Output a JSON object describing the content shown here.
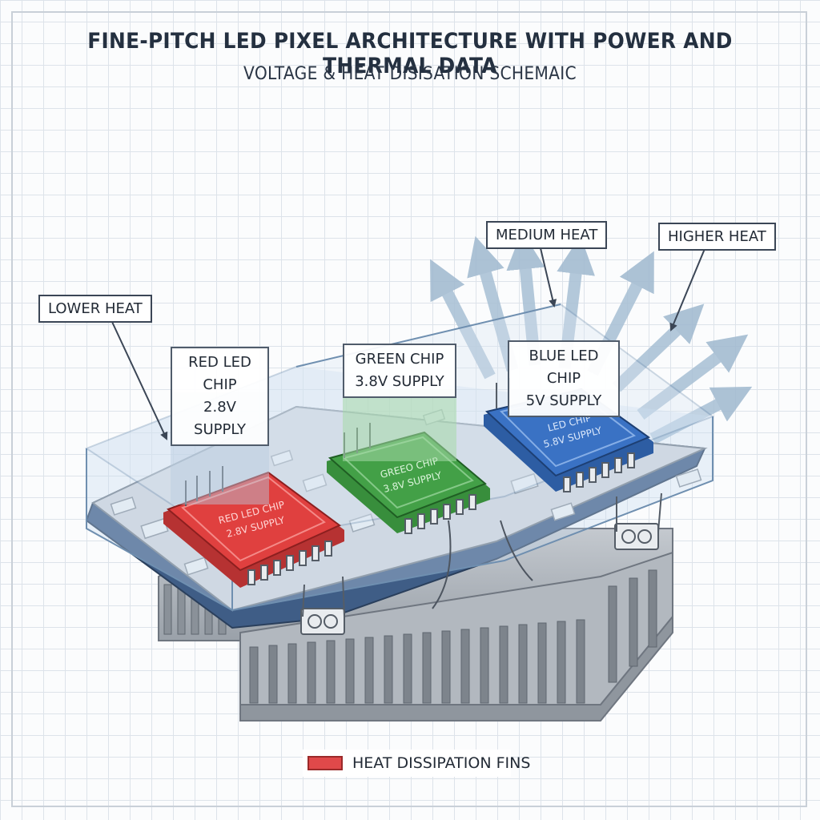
{
  "header": {
    "title": "FINE-PITCH LED PIXEL ARCHITECTURE WITH POWER AND THERMAL DATA",
    "subtitle": "VOLTAGE & HEAT DISISATION SCHEMAIC"
  },
  "callouts": {
    "lower": "LOWER HEAT",
    "medium": "MEDIUM HEAT",
    "higher": "HIGHER HEAT"
  },
  "chips": {
    "red": {
      "name": "RED LED CHIP",
      "supply": "2.8V SUPPLY",
      "surface_line1": "RED LED CHIP",
      "surface_line2": "2.8V SUPPLY",
      "color": "#e0403f"
    },
    "green": {
      "name": "GREEN CHIP",
      "supply": "3.8V SUPPLY",
      "surface_line1": "GREEO CHIP",
      "surface_line2": "3.8V SUPPLY",
      "color": "#43a047"
    },
    "blue": {
      "name": "BLUE LED CHIP",
      "supply": "5V SUPPLY",
      "surface_line1": "LED CHIP",
      "surface_line2": "5.8V SUPPLY",
      "color": "#3a72c4"
    }
  },
  "legend": {
    "label": "HEAT DISSIPATION FINS",
    "swatch_color": "#e0494a"
  }
}
